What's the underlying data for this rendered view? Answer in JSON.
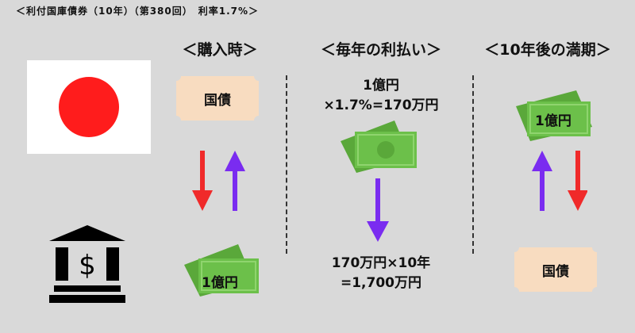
{
  "title": "＜利付国庫債券（10年）（第380回）　利率1.7%＞",
  "columns": {
    "purchase": {
      "header": "＜購入時＞",
      "bond_label": "国債",
      "money_label": "1億円"
    },
    "interest": {
      "header": "＜毎年の利払い＞",
      "line1": "1億円",
      "line2": "×1.7%=170万円",
      "line3": "170万円×10年",
      "line4": "=1,700万円"
    },
    "maturity": {
      "header": "＜10年後の満期＞",
      "money_label": "1億円",
      "bond_label": "国債"
    }
  },
  "colors": {
    "background": "#d9d9d9",
    "flag_red": "#ff1c1c",
    "arrow_red": "#f02a2a",
    "arrow_purple": "#7a2cf0",
    "bond_fill": "#f8dcc0",
    "money_green": "#6cc04a"
  }
}
